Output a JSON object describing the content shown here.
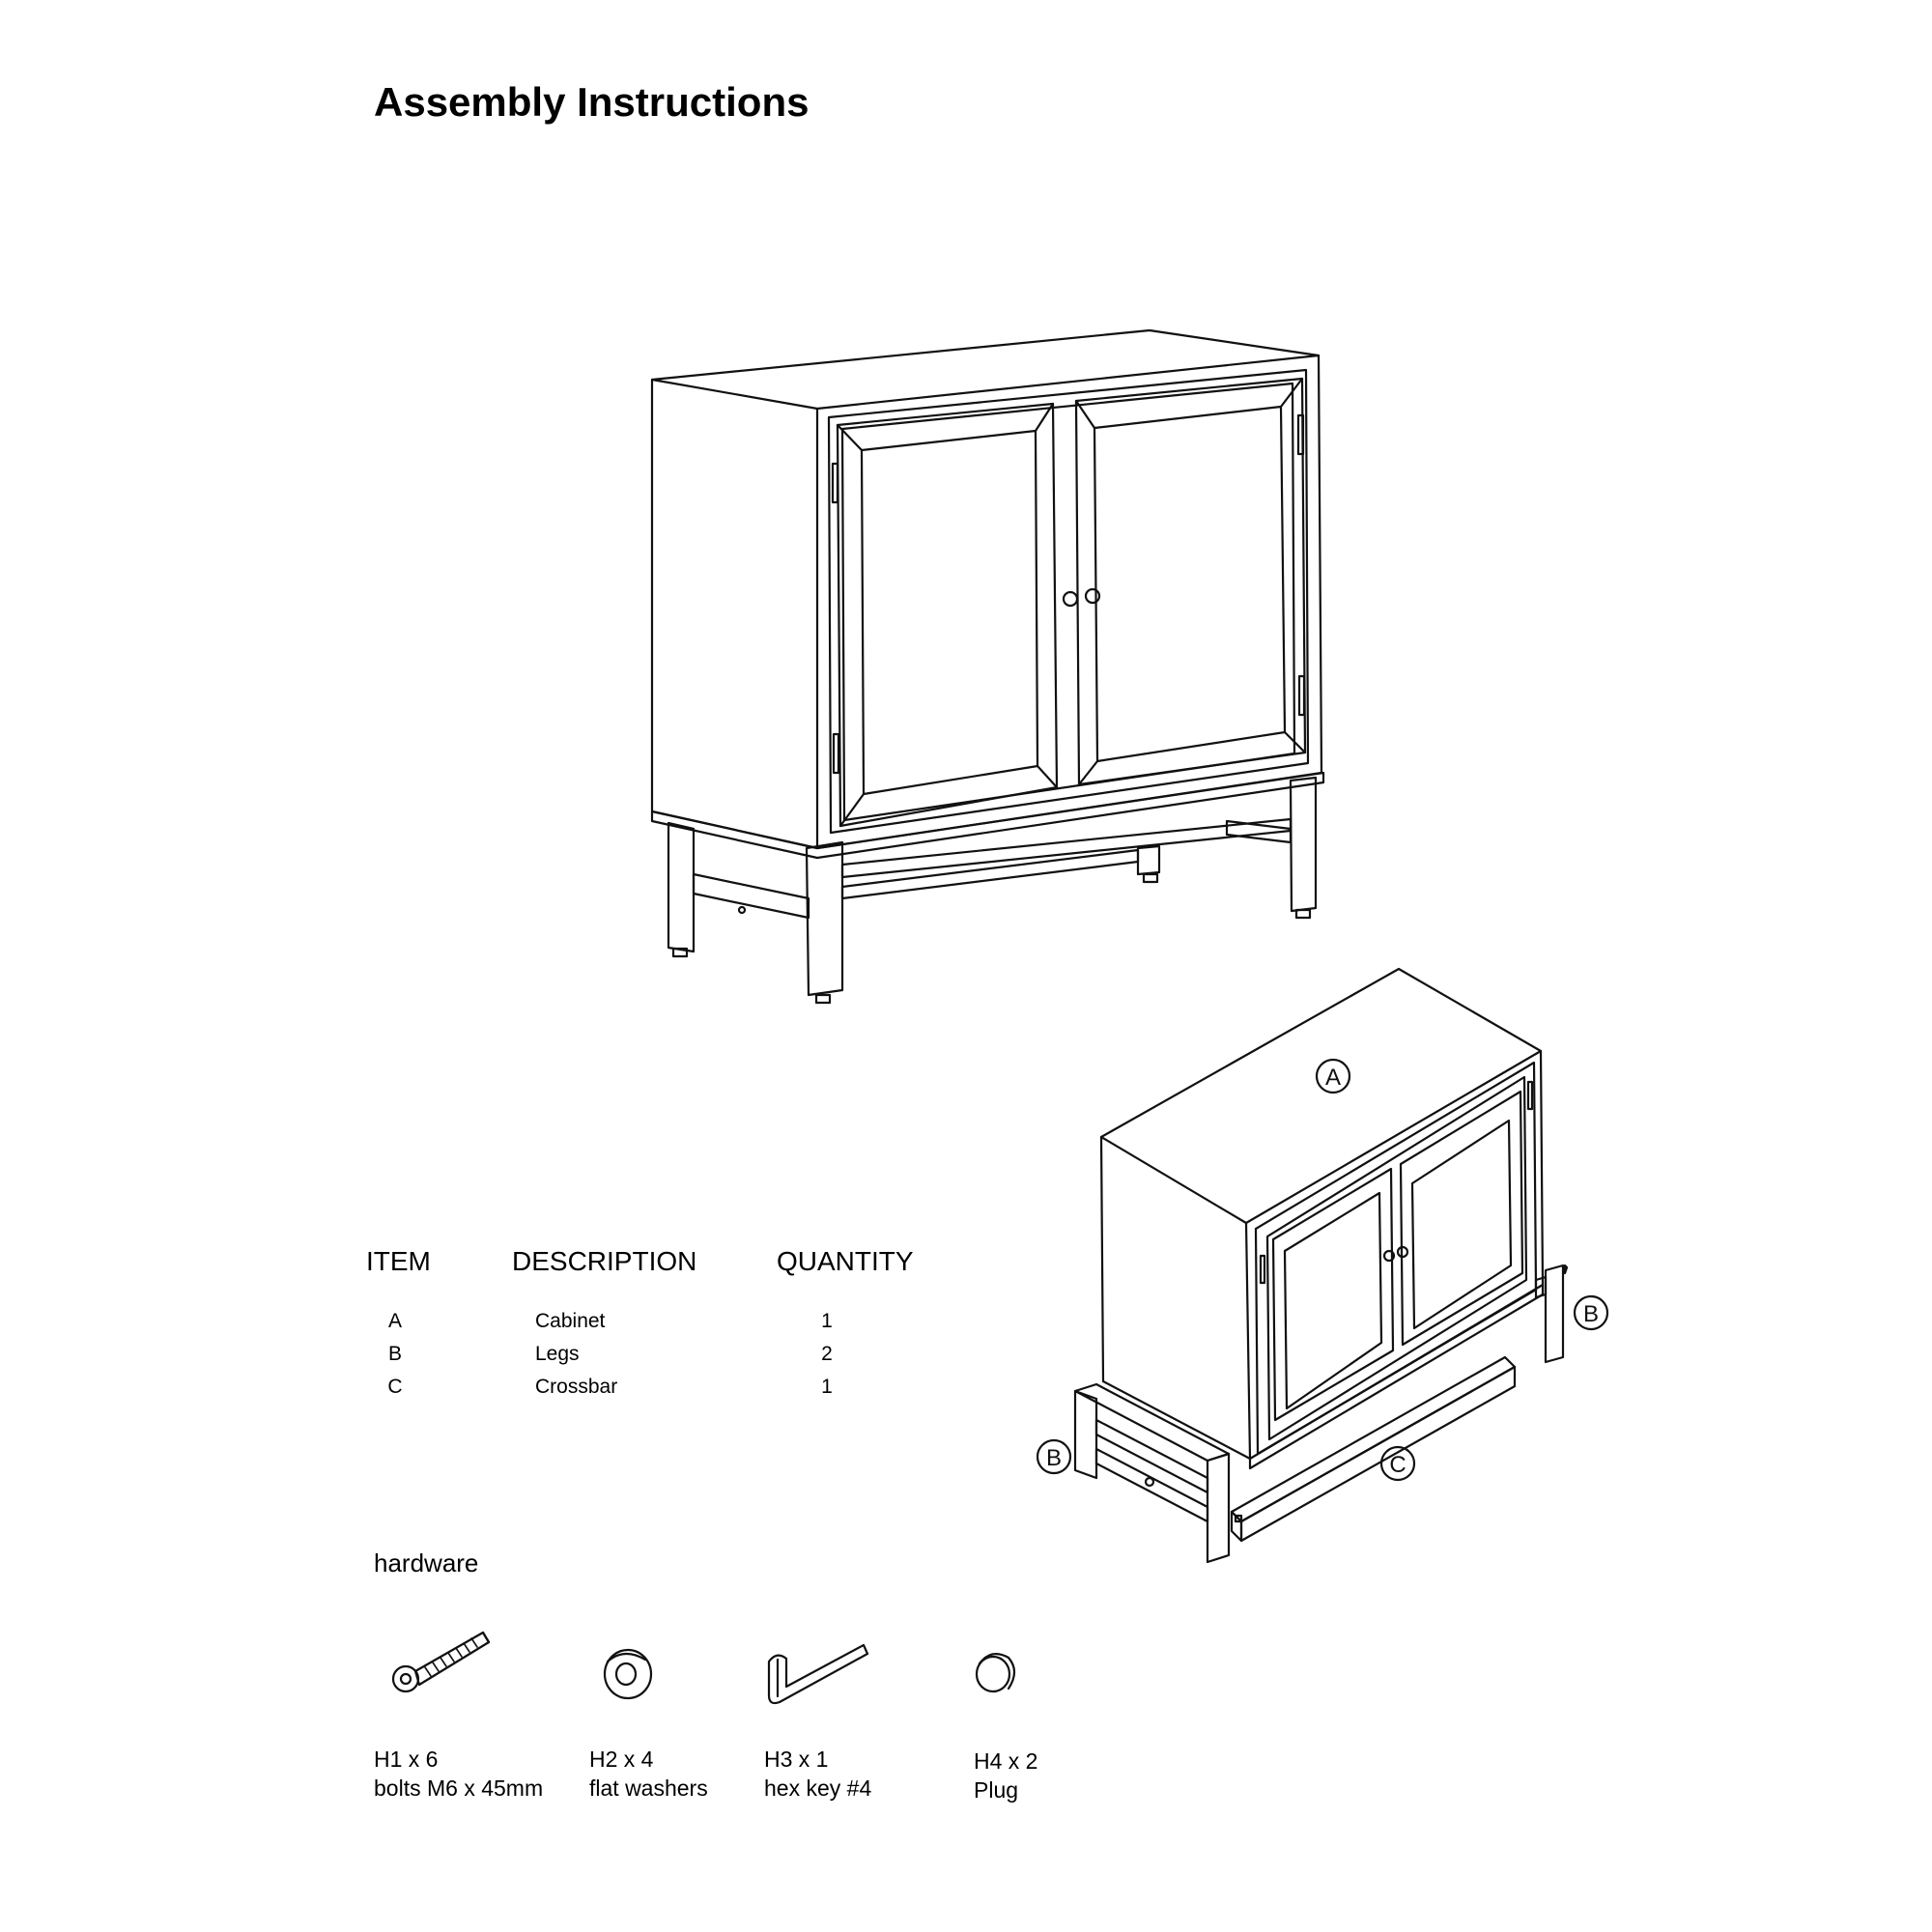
{
  "header": {
    "title": "Assembly Instructions"
  },
  "parts_table": {
    "headers": {
      "item": "ITEM",
      "description": "DESCRIPTION",
      "quantity": "QUANTITY"
    },
    "rows": [
      {
        "item": "A",
        "description": "Cabinet",
        "quantity": "1"
      },
      {
        "item": "B",
        "description": "Legs",
        "quantity": "2"
      },
      {
        "item": "C",
        "description": "Crossbar",
        "quantity": "1"
      }
    ]
  },
  "exploded_view": {
    "labels": {
      "cabinet": "A",
      "leg_right": "B",
      "leg_left": "B",
      "crossbar": "C"
    }
  },
  "hardware": {
    "title": "hardware",
    "items": [
      {
        "code": "H1 x 6",
        "name": "bolts M6 x 45mm",
        "icon": "bolt-icon"
      },
      {
        "code": "H2 x 4",
        "name": "flat washers",
        "icon": "washer-icon"
      },
      {
        "code": "H3 x 1",
        "name": "hex key #4",
        "icon": "hex-key-icon"
      },
      {
        "code": "H4 x 2",
        "name": "Plug",
        "icon": "plug-icon"
      }
    ]
  }
}
